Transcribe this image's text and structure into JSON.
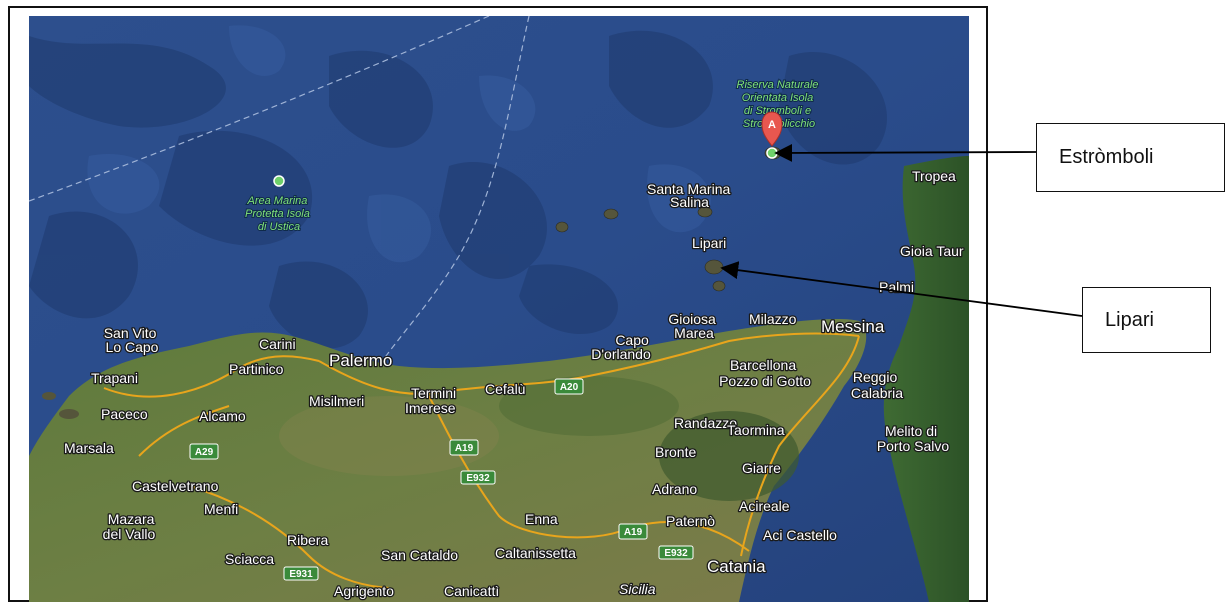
{
  "callouts": [
    {
      "label": "Estròmboli"
    },
    {
      "label": "Lipari"
    }
  ],
  "map": {
    "type": "satellite",
    "marker_letter": "A",
    "places": {
      "stromboli_reserve": "Riserva Naturale\nOrientata Isola\ndi Stromboli e\nStrombolicchio",
      "ustica": "Area Marina\nProtetta Isola\ndi Ustica",
      "santa_marina": "Santa Marina",
      "salina": "Salina",
      "lipari": "Lipari",
      "tropea": "Tropea",
      "gioia_tauro": "Gioia Taur",
      "palmi": "Palmi",
      "messina": "Messina",
      "milazzo": "Milazzo",
      "gioiosa_marea": "Gioiosa\nMarea",
      "capo_dorlando": "Capo\nD'orlando",
      "barcellona": "Barcellona\nPozzo di Gotto",
      "reggio": "Reggio\nCalabria",
      "san_vito": "San Vito\nLo Capo",
      "carini": "Carini",
      "palermo": "Palermo",
      "partinico": "Partinico",
      "trapani": "Trapani",
      "paceco": "Paceco",
      "alcamo": "Alcamo",
      "misilmeri": "Misilmeri",
      "termini": "Termini\nImerese",
      "cefalu": "Cefalù",
      "marsala": "Marsala",
      "castelvetrano": "Castelvetrano",
      "mazara": "Mazara\ndel Vallo",
      "menfi": "Menfi",
      "ribera": "Ribera",
      "sciacca": "Sciacca",
      "san_cataldo": "San Cataldo",
      "caltanissetta": "Caltanissetta",
      "enna": "Enna",
      "randazzo": "Randazzo",
      "bronte": "Bronte",
      "taormina": "Taormina",
      "giarre": "Giarre",
      "adrano": "Adrano",
      "acireale": "Acireale",
      "paterno": "Paternò",
      "aci_castello": "Aci Castello",
      "catania": "Catania",
      "melito": "Melito di\nPorto Salvo",
      "agrigento": "Agrigento",
      "canicatti": "Canicattì",
      "sicilia": "Sicilia"
    },
    "road_shields": [
      "A20",
      "A29",
      "A19",
      "E932",
      "A19",
      "E932",
      "E931"
    ]
  }
}
